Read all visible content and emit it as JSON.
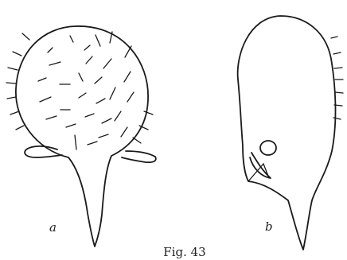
{
  "figure": {
    "label_a": "a",
    "label_b": "b",
    "caption": "Fig. 43"
  },
  "colors": {
    "ink": "#1a1a1a",
    "paper": "#ffffff"
  }
}
